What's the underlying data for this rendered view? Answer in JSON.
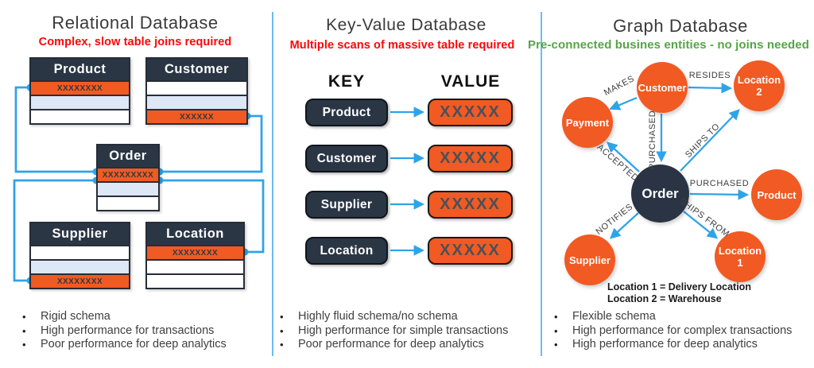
{
  "relational": {
    "title": "Relational Database",
    "subtitle": "Complex, slow table joins required",
    "tables": {
      "product": {
        "header": "Product",
        "key_text": "XXXXXXXX"
      },
      "customer": {
        "header": "Customer",
        "key_text": "XXXXXX"
      },
      "order": {
        "header": "Order",
        "key_text": "XXXXXXXXX"
      },
      "supplier": {
        "header": "Supplier",
        "key_text": "XXXXXXXX"
      },
      "location": {
        "header": "Location",
        "key_text": "XXXXXXXX"
      }
    },
    "bullets": [
      "Rigid schema",
      "High performance for transactions",
      "Poor performance for deep analytics"
    ]
  },
  "keyvalue": {
    "title": "Key-Value Database",
    "subtitle": "Multiple scans of massive table required",
    "key_header": "KEY",
    "value_header": "VALUE",
    "rows": [
      {
        "key": "Product",
        "value": "XXXXX"
      },
      {
        "key": "Customer",
        "value": "XXXXX"
      },
      {
        "key": "Supplier",
        "value": "XXXXX"
      },
      {
        "key": "Location",
        "value": "XXXXX"
      }
    ],
    "bullets": [
      "Highly fluid schema/no schema",
      "High performance for simple transactions",
      "Poor performance for deep analytics"
    ]
  },
  "graph": {
    "title": "Graph Database",
    "subtitle": "Pre-connected busines entities - no joins needed",
    "nodes": {
      "customer": "Customer",
      "location2": "Location 2",
      "payment": "Payment",
      "order": "Order",
      "product": "Product",
      "supplier": "Supplier",
      "location1": "Location 1"
    },
    "edges": {
      "makes": "MAKES",
      "resides": "RESIDES",
      "purchased_v": "PURCHASED",
      "accepted": "ACCEPTED",
      "ships_to": "SHIPS TO",
      "purchased_h": "PURCHASED",
      "notifies": "NOTIFIES",
      "ships_from": "SHIPS FROM"
    },
    "notes": [
      "Location 1 = Delivery Location",
      "Location 2 = Warehouse"
    ],
    "bullets": [
      "Flexible schema",
      "High performance for complex transactions",
      "High performance for deep analytics"
    ]
  },
  "colors": {
    "orange": "#F15A22",
    "navy": "#2B3645",
    "arrow_blue": "#2FA3E8",
    "divider_blue": "#6CBBEE",
    "light_row": "#DDE7F5",
    "alert_red": "#FE0505",
    "success_green": "#55A546"
  }
}
